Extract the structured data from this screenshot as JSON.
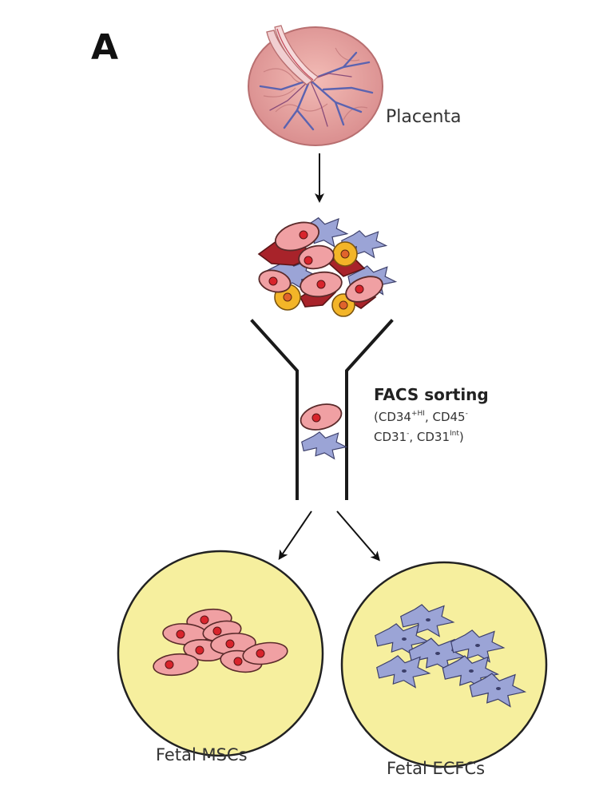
{
  "panel_label": "A",
  "labels": {
    "placenta": "Placenta",
    "facs_title": "FACS sorting",
    "facs_marker_1_base": "(CD34",
    "facs_marker_1_sup": "+HI",
    "facs_marker_2_base": ", CD45",
    "facs_marker_2_sup": "-",
    "facs_marker_3_base": "CD31",
    "facs_marker_3_sup": "-",
    "facs_marker_4_base": ", CD31",
    "facs_marker_4_sup": "Int",
    "facs_close": ")",
    "fetal_mscs": "Fetal MSCs",
    "fetal_ecfcs": "Fetal ECFCs"
  },
  "colors": {
    "msc_fill": "#f0a0a3",
    "msc_stroke": "#5a2a2a",
    "nucleus": "#d8242c",
    "ecfc_fill": "#9ba4d6",
    "ecfc_stroke": "#3c3f6a",
    "dark_red_cell": "#a8232a",
    "yellow_cell": "#f3b528",
    "orange_nucleus": "#e0632c",
    "dish_fill": "#f6ef9e",
    "dish_stroke": "#222222",
    "placenta_fill": "#e8a4a2",
    "placenta_vessels": "#5b63b0"
  },
  "icons": {
    "placenta": "placenta-illustration",
    "cell_mixture": "cell-mixture-cluster",
    "sorter": "facs-funnel",
    "msc_dish": "petri-dish-mscs",
    "ecfc_dish": "petri-dish-ecfcs"
  }
}
